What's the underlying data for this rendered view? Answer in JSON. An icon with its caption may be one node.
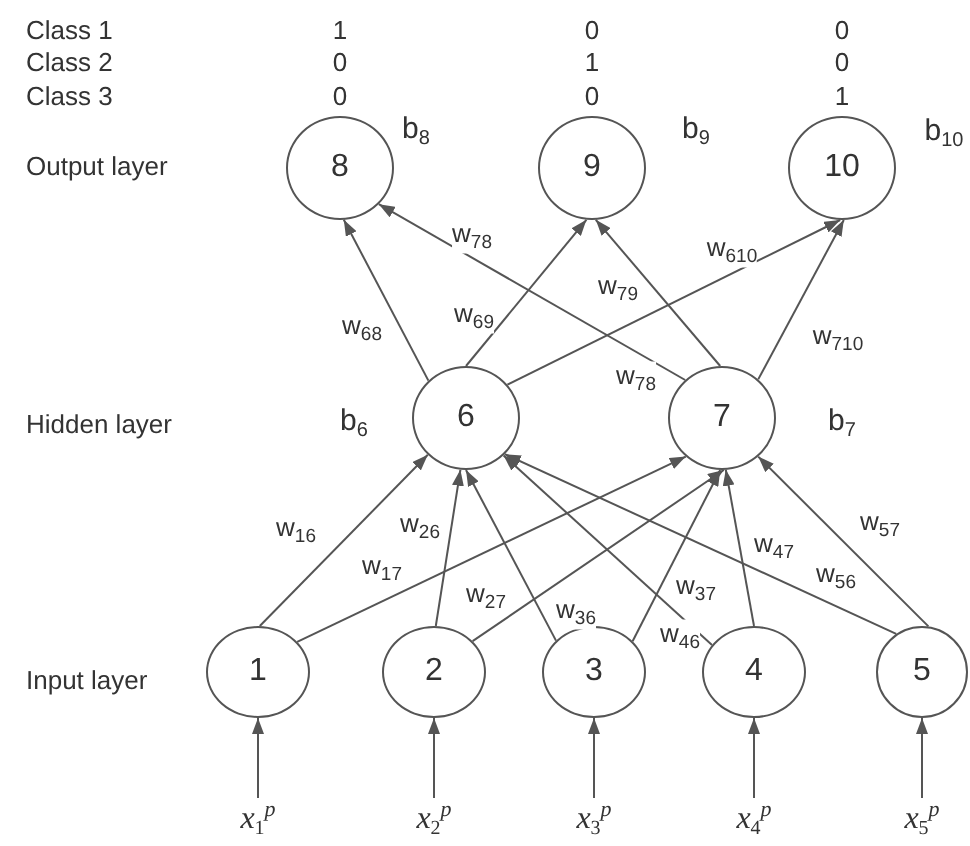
{
  "diagram": {
    "nodes": [
      {
        "text": [
          "8"
        ],
        "beside": [
          "b$_{8}$"
        ]
      },
      {
        "text": [
          "9"
        ],
        "beside": [
          "b$_{9}$"
        ]
      },
      {
        "text": [
          "10"
        ],
        "beside": [
          "b$_{10}$"
        ]
      },
      {
        "text": [
          "6"
        ],
        "beside": [
          "b$_{6}$"
        ]
      },
      {
        "text": [
          "7"
        ],
        "beside": [
          "b$_{7}$"
        ]
      },
      {
        "text": [
          "1"
        ]
      },
      {
        "text": [
          "2"
        ]
      },
      {
        "text": [
          "3"
        ]
      },
      {
        "text": [
          "4"
        ]
      },
      {
        "text": [
          "5"
        ]
      },
      {
        "text": [
          "x$_{1}$$^{p}$"
        ]
      },
      {
        "text": [
          "x$_{2}$$^{p}$"
        ]
      },
      {
        "text": [
          "x$_{3}$$^{p}$"
        ]
      },
      {
        "text": [
          "x$_{4}$$^{p}$"
        ]
      },
      {
        "text": [
          "x$_{5}$$^{p}$"
        ]
      }
    ],
    "edges": [
      {
        "from": 3,
        "to": 0,
        "arrow": "to",
        "label": "w$_{68}$"
      },
      {
        "from": 3,
        "to": 1,
        "arrow": "to",
        "label": "w$_{69}$"
      },
      {
        "from": 3,
        "to": 2,
        "arrow": "to",
        "label": "w$_{610}$"
      },
      {
        "from": 4,
        "to": 0,
        "arrow": "to",
        "label": "w$_{78}$"
      },
      {
        "from": 4,
        "to": 1,
        "arrow": "to",
        "label": "w$_{79}$"
      },
      {
        "from": 4,
        "to": 2,
        "arrow": "to",
        "label": "w$_{710}$"
      },
      {
        "from": 5,
        "to": 3,
        "arrow": "to",
        "label": "w$_{16}$"
      },
      {
        "from": 5,
        "to": 4,
        "arrow": "to",
        "label": "w$_{17}$"
      },
      {
        "from": 6,
        "to": 3,
        "arrow": "to",
        "label": "w$_{26}$"
      },
      {
        "from": 6,
        "to": 4,
        "arrow": "to",
        "label": "w$_{27}$"
      },
      {
        "from": 7,
        "to": 3,
        "arrow": "to",
        "label": "w$_{36}$"
      },
      {
        "from": 7,
        "to": 4,
        "arrow": "to",
        "label": "w$_{37}$"
      },
      {
        "from": 8,
        "to": 3,
        "arrow": "to",
        "label": "w$_{46}$"
      },
      {
        "from": 8,
        "to": 4,
        "arrow": "to",
        "label": "w$_{47}$"
      },
      {
        "from": 9,
        "to": 3,
        "arrow": "to",
        "label": "w$_{56}$"
      },
      {
        "from": 9,
        "to": 4,
        "arrow": "to",
        "label": "w$_{57}$"
      },
      {
        "from": 10,
        "to": 5,
        "arrow": "to"
      },
      {
        "from": 11,
        "to": 6,
        "arrow": "to"
      },
      {
        "from": 12,
        "to": 7,
        "arrow": "to"
      },
      {
        "from": 13,
        "to": 8,
        "arrow": "to"
      },
      {
        "from": 14,
        "to": 9,
        "arrow": "to"
      }
    ],
    "labels": [
      "Class 1",
      "1",
      "0",
      "0",
      "Class 2",
      "0",
      "1",
      "0",
      "Class 3",
      "0",
      "0",
      "1",
      "Output layer",
      "w$_{78}$",
      "Hidden layer",
      "Input layer"
    ]
  }
}
